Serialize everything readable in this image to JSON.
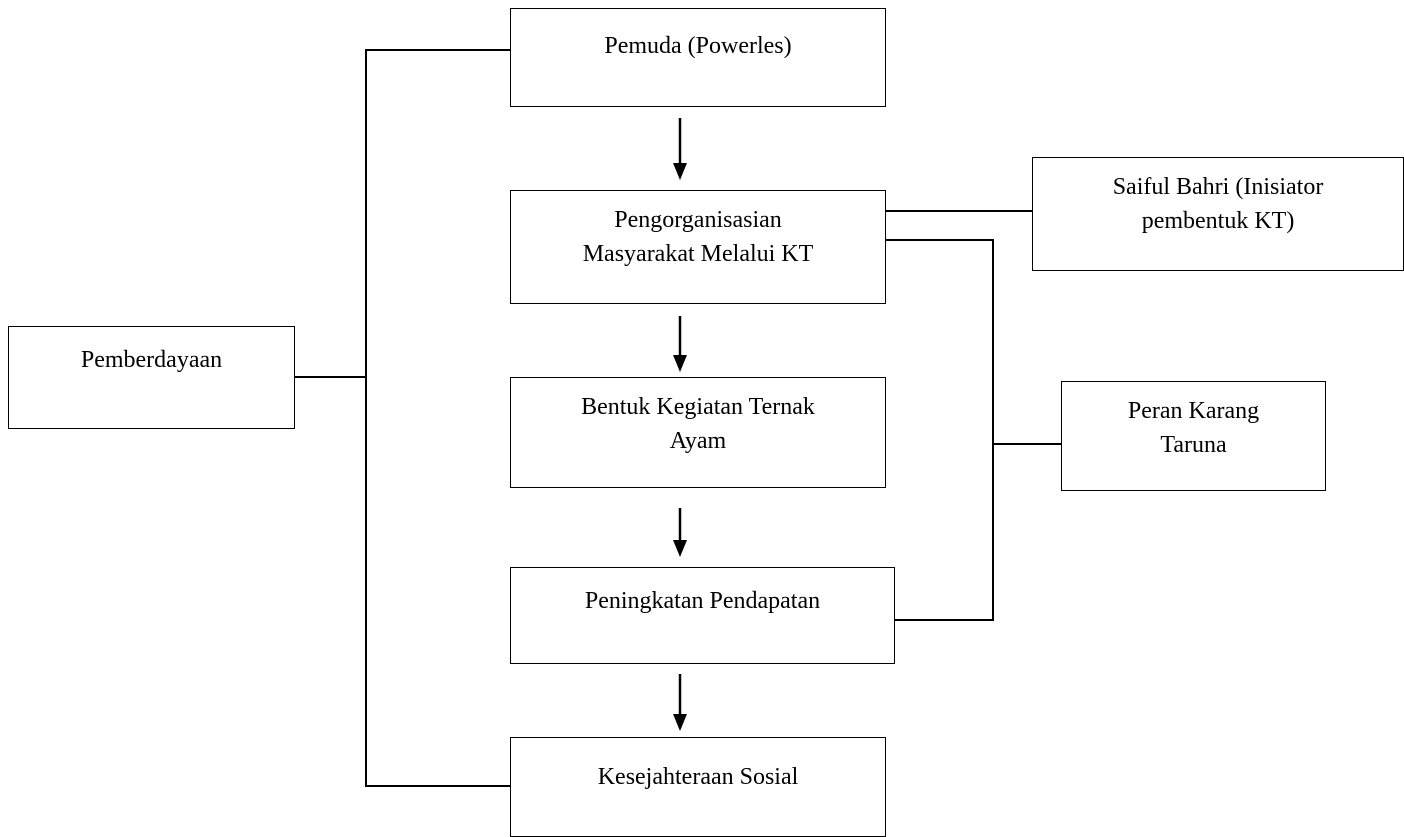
{
  "nodes": {
    "pemuda": "Pemuda (Powerles)",
    "pengorganisasian": "Pengorganisasian\nMasyarakat Melalui KT",
    "bentuk_kegiatan": "Bentuk Kegiatan Ternak\nAyam",
    "peningkatan": "Peningkatan Pendapatan",
    "kesejahteraan": "Kesejahteraan Sosial",
    "pemberdayaan": "Pemberdayaan",
    "saiful_bahri": "Saiful Bahri (Inisiator\npembentuk KT)",
    "peran_karang_taruna": "Peran Karang\nTaruna"
  },
  "colors": {
    "stroke": "#000000",
    "background": "#ffffff"
  }
}
